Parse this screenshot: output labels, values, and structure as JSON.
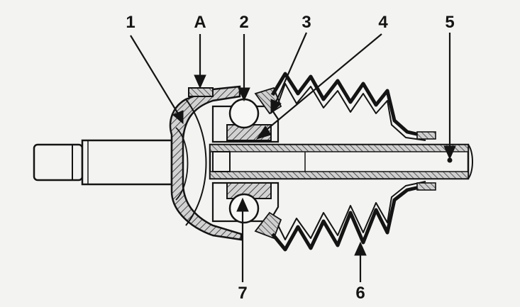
{
  "callouts": {
    "label_1": "1",
    "label_a": "A",
    "label_2": "2",
    "label_3": "3",
    "label_4": "4",
    "label_5": "5",
    "label_6": "6",
    "label_7": "7"
  },
  "colors": {
    "ink": "#141414",
    "paper": "#f3f3f1",
    "section_fill": "#cfcfcf",
    "hatch": "#222222"
  }
}
